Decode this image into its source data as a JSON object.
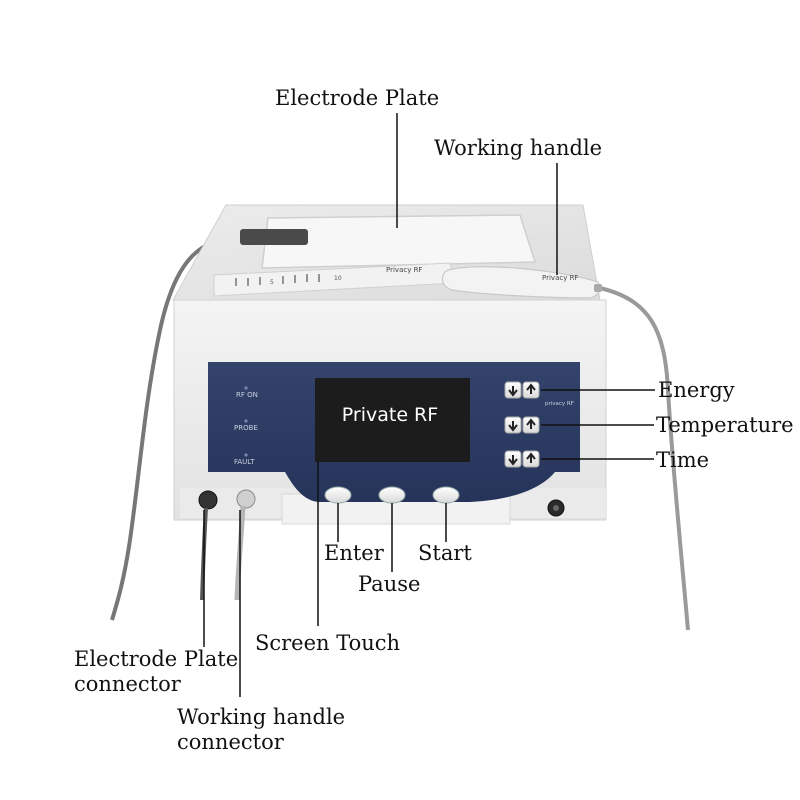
{
  "device": {
    "screen_text": "Private RF",
    "indicators": [
      "RF ON",
      "PROBE",
      "FAULT"
    ],
    "brand_tag": "privacy RF",
    "plate_scale": [
      "5",
      "10"
    ],
    "handle_brand": "Privacy RF",
    "handle_brand_2": "Privacy RF"
  },
  "callouts": {
    "electrode_plate": "Electrode Plate",
    "working_handle": "Working handle",
    "energy": "Energy",
    "temperature": "Temperature",
    "time": "Time",
    "enter": "Enter",
    "pause": "Pause",
    "start": "Start",
    "screen_touch": "Screen Touch",
    "electrode_plate_connector": "Electrode Plate connector",
    "working_handle_connector": "Working handle connector"
  },
  "colors": {
    "panel": "#2c3b63",
    "screen": "#1c1c1c",
    "body": "#eeeeee",
    "lid": "#e6e6e6"
  }
}
